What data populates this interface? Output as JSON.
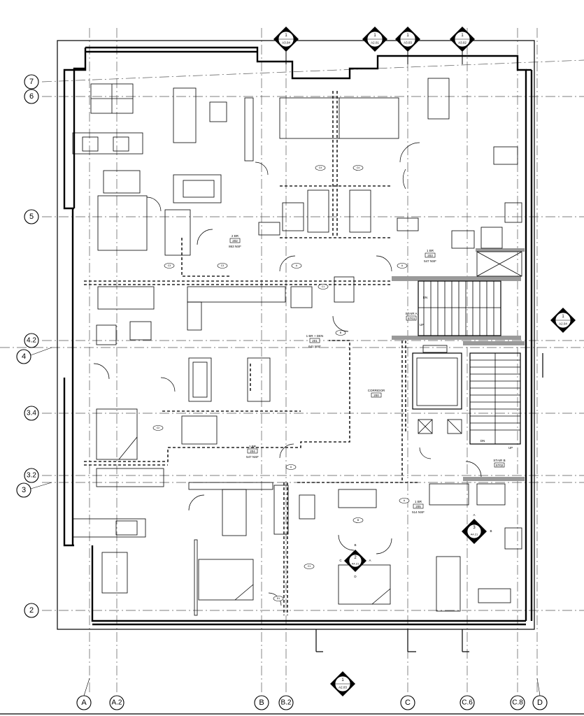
{
  "grid_rows": [
    {
      "id": "row-7",
      "label": "7"
    },
    {
      "id": "row-6",
      "label": "6"
    },
    {
      "id": "row-5",
      "label": "5"
    },
    {
      "id": "row-4-2",
      "label": "4.2"
    },
    {
      "id": "row-4",
      "label": "4"
    },
    {
      "id": "row-3-4",
      "label": "3.4"
    },
    {
      "id": "row-3-2",
      "label": "3.2"
    },
    {
      "id": "row-3",
      "label": "3"
    },
    {
      "id": "row-2",
      "label": "2"
    }
  ],
  "grid_columns": [
    {
      "id": "col-a",
      "label": "A"
    },
    {
      "id": "col-a2",
      "label": "A.2"
    },
    {
      "id": "col-b",
      "label": "B"
    },
    {
      "id": "col-b2",
      "label": "B.2"
    },
    {
      "id": "col-c",
      "label": "C"
    },
    {
      "id": "col-c6",
      "label": "C.6"
    },
    {
      "id": "col-c8",
      "label": "C.8"
    },
    {
      "id": "col-d",
      "label": "D"
    }
  ],
  "section_markers": [
    {
      "id": "sect-a304",
      "num": "1",
      "sheet": "A3.04"
    },
    {
      "id": "sect-a201",
      "num": "1",
      "sheet": "A2.01"
    },
    {
      "id": "sect-a303",
      "num": "1",
      "sheet": "A3.03"
    },
    {
      "id": "sect-a302",
      "num": "1",
      "sheet": "A3.02"
    },
    {
      "id": "sect-a204",
      "num": "1",
      "sheet": "A2.04"
    },
    {
      "id": "sect-a203",
      "num": "1",
      "sheet": "A2.03"
    }
  ],
  "interior_elevations": [
    {
      "id": "elev-2",
      "num": "2",
      "sheet": "A4.21",
      "letters": [
        "A",
        "B",
        "C",
        "D"
      ]
    },
    {
      "id": "elev-3",
      "num": "3",
      "sheet": "A4.21",
      "letters": [
        "A",
        "B"
      ]
    }
  ],
  "rooms": [
    {
      "id": "unit-202",
      "name": "2 BR",
      "number": "202",
      "area": "863 NSF"
    },
    {
      "id": "unit-203",
      "name": "1 BR",
      "number": "203",
      "area": "547 NSF"
    },
    {
      "id": "unit-201",
      "name": "1 BR + DEN",
      "number": "201",
      "area": "641 NSF"
    },
    {
      "id": "unit-204",
      "name": "1 BR",
      "number": "204",
      "area": "547 NSF"
    },
    {
      "id": "unit-205",
      "name": "1 BR",
      "number": "205",
      "area": "514 NSF"
    },
    {
      "id": "corridor",
      "name": "CORRIDOR",
      "number": "200"
    },
    {
      "id": "stair-a",
      "name": "STAIR A",
      "number": "ST01"
    },
    {
      "id": "stair-b",
      "name": "STAIR B",
      "number": "ST02"
    }
  ],
  "stair_labels": {
    "dn": "DN",
    "up": "UP"
  },
  "door_tags": [
    "A",
    "B",
    "C",
    "D",
    "C1",
    "C2",
    "C3",
    "C4",
    "D1",
    "D2",
    "E",
    "E1"
  ]
}
